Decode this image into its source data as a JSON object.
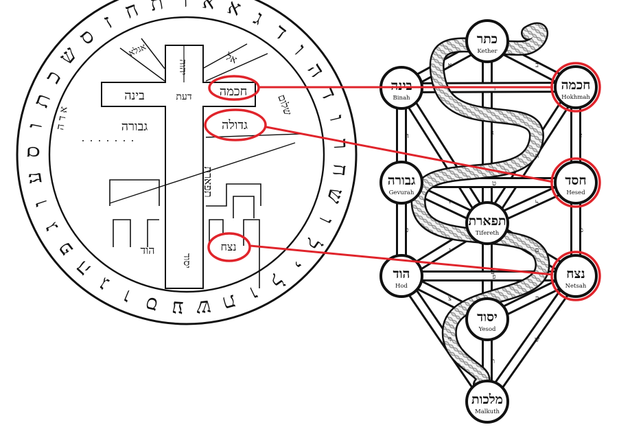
{
  "seal": {
    "ring_letters": [
      "א",
      "ג",
      "ד",
      "ו",
      "ה",
      "ד",
      "ו",
      "ר",
      "ח",
      "ש",
      "ו",
      "ל",
      "י",
      "ל",
      "ו",
      "ת",
      "ש",
      "ע",
      "ס",
      "ו",
      "ג",
      "ה",
      "פ",
      "ג",
      "ו",
      "ע",
      "ס",
      "ו",
      "ת",
      "כ",
      "ש",
      "ס",
      "ז",
      "ח",
      "ת",
      "ר",
      "א"
    ],
    "left_glyphs": "ﬡ ﬢ ﬣ",
    "top_left_wedge": "אגלא",
    "top_right_wedge": "אל",
    "top_column": "יהוה",
    "binah": "בינה",
    "daat": "דעת",
    "hokhmah": "חכמה",
    "gevurah": "גבורה",
    "gedulah": "גדולה",
    "tiferet": "תפארת",
    "hod": "הוד",
    "netsah": "נצח",
    "yesod": "יסוד",
    "right_marks": "שלום"
  },
  "tree": {
    "sefirot": [
      {
        "hebrew": "כתר",
        "latin": "Kether"
      },
      {
        "hebrew": "בינה",
        "latin": "Binah"
      },
      {
        "hebrew": "חכמה",
        "latin": "Hokhmah"
      },
      {
        "hebrew": "גבורה",
        "latin": "Gevurah"
      },
      {
        "hebrew": "חסד",
        "latin": "Hesed"
      },
      {
        "hebrew": "תפארת",
        "latin": "Tifereth"
      },
      {
        "hebrew": "הוד",
        "latin": "Hod"
      },
      {
        "hebrew": "נצח",
        "latin": "Netsah"
      },
      {
        "hebrew": "יסוד",
        "latin": "Yesod"
      },
      {
        "hebrew": "מלכות",
        "latin": "Malkuth"
      }
    ],
    "path_letters": [
      "א",
      "ב",
      "ג",
      "ד",
      "ה",
      "ו",
      "ז",
      "ח",
      "ט",
      "י",
      "כ",
      "ל",
      "מ",
      "נ",
      "ס",
      "ע",
      "פ",
      "צ",
      "ק",
      "ר",
      "ש",
      "ת"
    ]
  },
  "colors": {
    "ink": "#111111",
    "highlight": "#e0242b",
    "paper": "#ffffff"
  }
}
